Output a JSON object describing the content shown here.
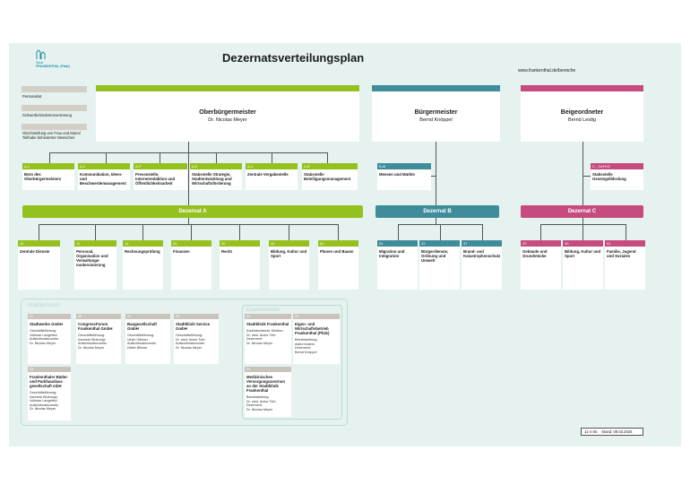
{
  "header": {
    "logo_line1": "Stadt",
    "logo_line2": "FRANKENTHAL (Pfalz)",
    "title": "Dezernatsverteilungsplan",
    "url": "www.frankenthal.de/bereiche"
  },
  "side_items": [
    {
      "label": "Personalrat"
    },
    {
      "label": "Schwerbehindertenvertretung"
    },
    {
      "label": "Gleichstellung von Frau und Mann/ Teilhabe behinderter Menschen"
    }
  ],
  "leaders": {
    "ob": {
      "title": "Oberbürgermeister",
      "name": "Dr. Nicolas Meyer"
    },
    "bm": {
      "title": "Bürgermeister",
      "name": "Bernd Knöppel"
    },
    "bg": {
      "title": "Beigeordneter",
      "name": "Bernd Leidig"
    }
  },
  "staff_ob": [
    {
      "code": "A-1",
      "label": "Büro des Oberbürgermeisters"
    },
    {
      "code": "A-2",
      "label": "Kommunikation, Ideen- und Beschwerdemanagement"
    },
    {
      "code": "A-P",
      "label": "Pressestelle, Internetredaktion und Öffentlichkeitsarbeit"
    },
    {
      "code": "A-5",
      "label": "Stabsstelle Strategie, Stadtentwicklung und Wirtschaftsförderung"
    },
    {
      "code": "A-4",
      "label": "Zentrale Vergabestelle"
    },
    {
      "code": "A-B",
      "label": "Stabsstelle Beteiligungsmanagement"
    }
  ],
  "staff_bm": {
    "code": "B-M",
    "label": "Messen und Märkte"
  },
  "staff_bg": {
    "code": "C - GeFKG",
    "label": "Stabsstelle Gesetzgefährdung"
  },
  "dezernate": {
    "a": "Dezernat A",
    "b": "Dezernat B",
    "c": "Dezernat C"
  },
  "units_a": [
    {
      "code": "10",
      "label": "Zentrale Dienste"
    },
    {
      "code": "11",
      "label": "Personal, Organisation und Verwaltungs-modernisierung"
    },
    {
      "code": "14",
      "label": "Rechnungsprüfung"
    },
    {
      "code": "20",
      "label": "Finanzen"
    },
    {
      "code": "30",
      "label": "Recht"
    },
    {
      "code": "40",
      "label": "Bildung, Kultur und Sport"
    },
    {
      "code": "61",
      "label": "Planen und Bauen"
    }
  ],
  "units_b": [
    {
      "code": "31",
      "label": "Migration und Integration"
    },
    {
      "code": "32",
      "label": "Bürgerdienste, Ordnung und Umwelt"
    },
    {
      "code": "37",
      "label": "Brand- und Katastrophenschutz"
    }
  ],
  "units_c": [
    {
      "code": "23",
      "label": "Gebäude und Grundstücke"
    },
    {
      "code": "40",
      "label": "Bildung, Kultur und Sport"
    },
    {
      "code": "51",
      "label": "Familie, Jugend und Soziales"
    }
  ],
  "stadtkonzern": {
    "title": "Stadtkonzern",
    "companies": [
      {
        "code": "01",
        "name": "Stadtwerke GmbH",
        "info": "Geschäftsführung:\nVolkmar Langefeld\nAufsichtsratsvorsitz:\nDr. Nicolas Meyer"
      },
      {
        "code": "06",
        "name": "CongressForum Frankenthal GmbH",
        "info": "Geschäftsführung:\nKarmela Strahonja\nAufsichtsratsvorsitz:\nDr. Nicolas Meyer"
      },
      {
        "code": "04",
        "name": "Baugesellschaft GmbH",
        "info": "Geschäftsführung:\nUlrich Gärtner\nAufsichtsratsvorsitz:\nDieter Blümer"
      },
      {
        "code": "05",
        "name": "Stadtklinik Service GmbH",
        "info": "Geschäftsführung:\nDr. med. Andor Toth\nAufsichtsratsvorsitz:\nDr. Nicolas Meyer"
      },
      {
        "code": "03",
        "name": "Frankenthaler Bäder- und Parkhausbau-gesellschaft mbH",
        "info": "Geschäftsführung:\nKarmela Strahonja,\nVolkmar Langefeld\nAufsichtsratsvorsitz:\nDr. Nicolas Meyer"
      }
    ]
  },
  "eigenbetriebe": {
    "title": "Eigenbetriebe",
    "companies": [
      {
        "code": "04",
        "name": "Stadtklinik Frankenthal",
        "info": "Kaufmännischer Direktor:\nDr. med. Andor Toth\nDezernent:\nDr. Nicolas Meyer"
      },
      {
        "code": "02",
        "name": "Eigen- und Wirtschaftsbetrieb Frankenthal (Pfalz)",
        "info": "Betriebsleitung:\nAstrid Anders\nDezernent:\nBernd Knöppel"
      },
      {
        "code": "05",
        "name": "Medizinisches Versorgungszentrum an der Stadtklinik Frankenthal",
        "info": "Betriebsleitung:\nDr. med. Andor Toth\nDezernent:\nDr. Nicolas Meyer"
      }
    ]
  },
  "footer": "11-4 Str. · Stand: 09.03.2026"
}
